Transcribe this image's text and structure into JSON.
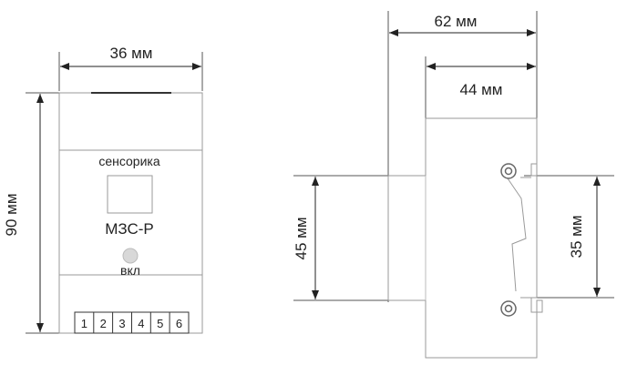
{
  "front_view": {
    "width_label": "36 мм",
    "height_label": "90 мм",
    "brand": "сенсорика",
    "model": "МЗС-Р",
    "led_label": "вкл",
    "terminals": [
      "1",
      "2",
      "3",
      "4",
      "5",
      "6"
    ]
  },
  "side_view": {
    "depth_label": "62 мм",
    "body_depth_label": "44 мм",
    "height_45_label": "45 мм",
    "rail_label": "35 мм"
  },
  "colors": {
    "line": "#333333",
    "light_line": "#9a9a9a",
    "led": "#d8d8d8"
  }
}
